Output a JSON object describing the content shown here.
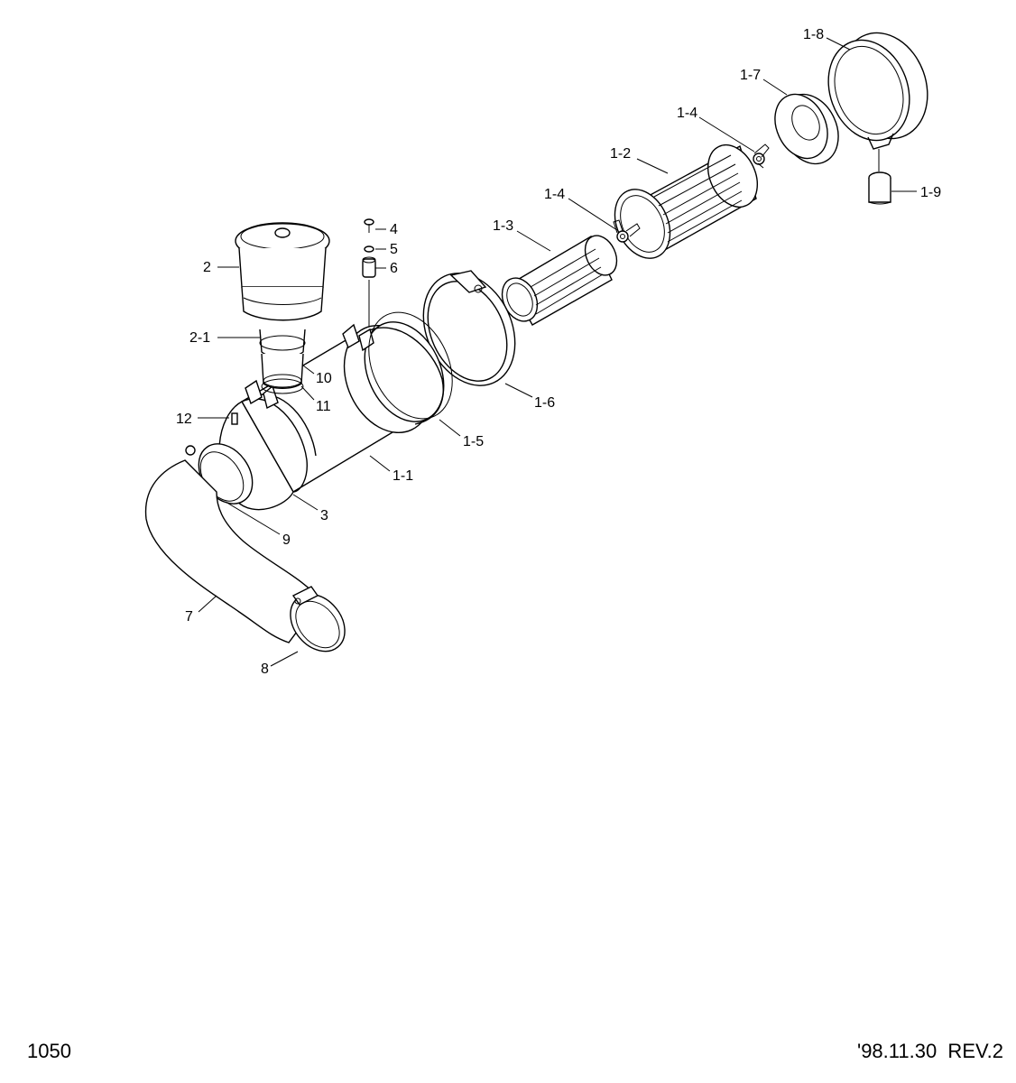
{
  "footer": {
    "page_number": "1050",
    "revision": "'98.11.30  REV.2"
  },
  "callouts": {
    "p1_8": "1-8",
    "p1_7": "1-7",
    "p1_4_top": "1-4",
    "p1_2": "1-2",
    "p1_9": "1-9",
    "p1_4_mid": "1-4",
    "p4": "4",
    "p5": "5",
    "p6": "6",
    "p1_3": "1-3",
    "p2": "2",
    "p2_1": "2-1",
    "p10": "10",
    "p11": "11",
    "p12": "12",
    "p1_6": "1-6",
    "p1_5": "1-5",
    "p1_1": "1-1",
    "p3": "3",
    "p9": "9",
    "p7": "7",
    "p8": "8"
  }
}
